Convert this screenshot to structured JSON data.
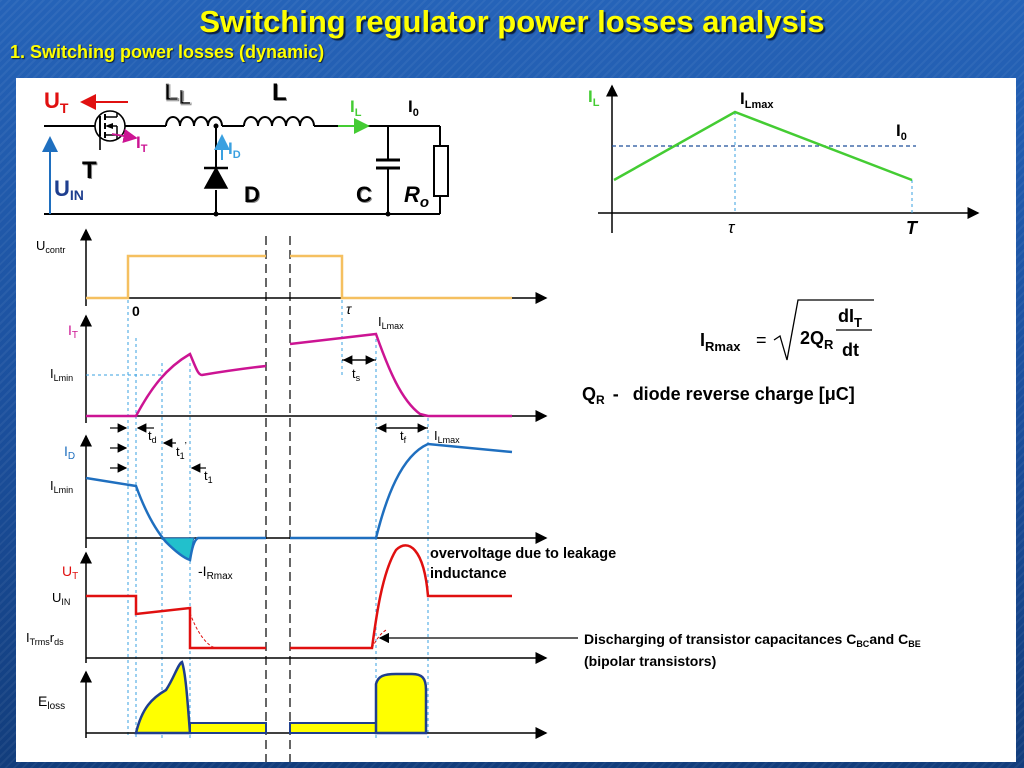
{
  "title": "Switching regulator power losses analysis",
  "subtitle": "1. Switching power losses (dynamic)",
  "circuit": {
    "UT": "U",
    "UT_sub": "T",
    "LL": "L",
    "LL_sub": "L",
    "L": "L",
    "IL": "I",
    "IL_sub": "L",
    "I0": "I",
    "I0_sub": "0",
    "IT": "I",
    "IT_sub": "T",
    "ID": "I",
    "ID_sub": "D",
    "T": "T",
    "UIN": "U",
    "UIN_sub": "IN",
    "D": "D",
    "C": "C",
    "Ro": "R",
    "Ro_sub": "o"
  },
  "inductor_plot": {
    "ylabel": "I",
    "ylabel_sub": "L",
    "peak": "I",
    "peak_sub": "Lmax",
    "avg": "I",
    "avg_sub": "0",
    "tau": "τ",
    "T": "T"
  },
  "waveforms": {
    "ucontr": "U",
    "ucontr_sub": "contr",
    "zero": "0",
    "tau": "τ",
    "it": "I",
    "it_sub": "T",
    "ilmin": "I",
    "ilmin_sub": "Lmin",
    "ilmax": "I",
    "ilmax_sub": "Lmax",
    "ts": "t",
    "ts_sub": "s",
    "td": "t",
    "td_sub": "d",
    "t1p": "t",
    "t1p_sub": "1",
    "t1p_sup": "’",
    "t1": "t",
    "t1_sub": "1",
    "tf": "t",
    "tf_sub": "f",
    "id": "I",
    "id_sub": "D",
    "irmax": "-I",
    "irmax_sub": "Rmax",
    "ut": "U",
    "ut_sub": "T",
    "uin": "U",
    "uin_sub": "IN",
    "itrms": "I",
    "itrms_sub": "Trms",
    "rds": "r",
    "rds_sub": "ds",
    "eloss": "E",
    "eloss_sub": "loss",
    "overvoltage_line1": "overvoltage due to leakage",
    "overvoltage_line2": "inductance",
    "discharge_line1": "Discharging of transistor capacitances C",
    "discharge_bc": "BC",
    "discharge_and": "and C",
    "discharge_be": "BE",
    "discharge_line2": "(bipolar transistors)"
  },
  "formula": {
    "lhs": "I",
    "lhs_sub": "Rmax",
    "eq": "=",
    "coef": "2Q",
    "coef_sub": "R",
    "num": "dI",
    "num_sub": "T",
    "den": "dt",
    "qr_label": "Q",
    "qr_sub": "R",
    "qr_dash": "-",
    "qr_text": "diode reverse charge [",
    "qr_mu": "μ",
    "qr_unit": "C]"
  },
  "colors": {
    "title": "#ffff00",
    "it_trace": "#cc1493",
    "id_trace": "#1f6fbf",
    "ut_trace": "#e01010",
    "eloss_fill": "#ffff00",
    "ucontr_trace": "#f5c060",
    "il_trace": "#44cc33",
    "recovery_fill": "#22c0cc"
  }
}
